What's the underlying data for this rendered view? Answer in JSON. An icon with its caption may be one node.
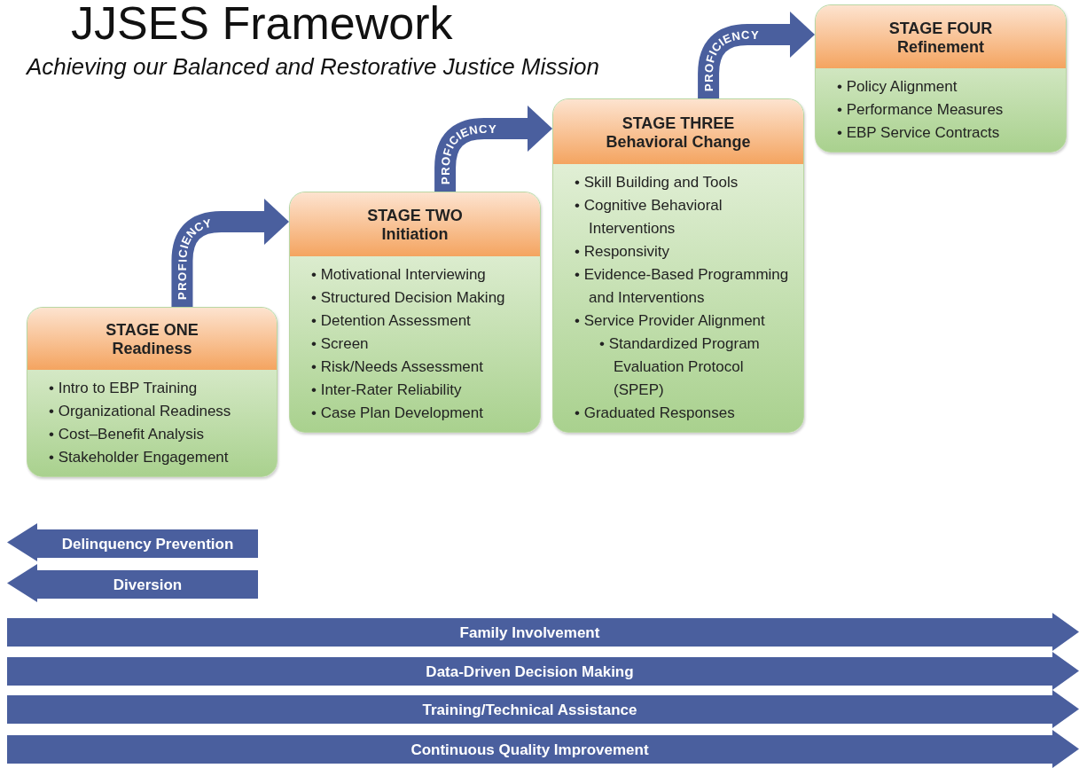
{
  "diagram": {
    "title": "JJSES Framework",
    "nodes": [
      {
        "text": [
          "STAGE ONE",
          "Readiness",
          "• Intro to EBP Training",
          "• Organizational Readiness",
          "• Cost–Benefit Analysis",
          "• Stakeholder Engagement"
        ]
      },
      {
        "text": [
          "STAGE TWO",
          "Initiation",
          "• Motivational Interviewing",
          "• Structured Decision Making",
          "• Detention Assessment",
          "• Screen",
          "• Risk/Needs Assessment",
          "• Inter-Rater Reliability",
          "• Case Plan Development"
        ]
      },
      {
        "text": [
          "STAGE THREE",
          "Behavioral Change",
          "• Skill Building and Tools",
          "• Cognitive Behavioral Interventions",
          "• Responsivity",
          "• Evidence-Based Programming and Interventions",
          "• Service Provider Alignment",
          "• Standardized Program Evaluation Protocol (SPEP)",
          "• Graduated Responses"
        ]
      },
      {
        "text": [
          "STAGE FOUR",
          "Refinement",
          "• Policy Alignment",
          "• Performance Measures",
          "• EBP Service Contracts"
        ]
      },
      {
        "text": [
          "Delinquency Prevention"
        ]
      },
      {
        "text": [
          "Diversion"
        ]
      },
      {
        "text": [
          "Family Involvement"
        ]
      },
      {
        "text": [
          "Data-Driven Decision Making"
        ]
      },
      {
        "text": [
          "Training/Technical Assistance"
        ]
      },
      {
        "text": [
          "Continuous Quality Improvement"
        ]
      }
    ],
    "edges": [
      {
        "from": 0,
        "to": 1,
        "arrow": "to",
        "label": "PROFICIENCY"
      },
      {
        "from": 1,
        "to": 2,
        "arrow": "to",
        "label": "PROFICIENCY"
      },
      {
        "from": 2,
        "to": 3,
        "arrow": "to",
        "label": "PROFICIENCY"
      }
    ],
    "labels": [
      "Achieving our Balanced and Restorative Justice Mission"
    ]
  }
}
